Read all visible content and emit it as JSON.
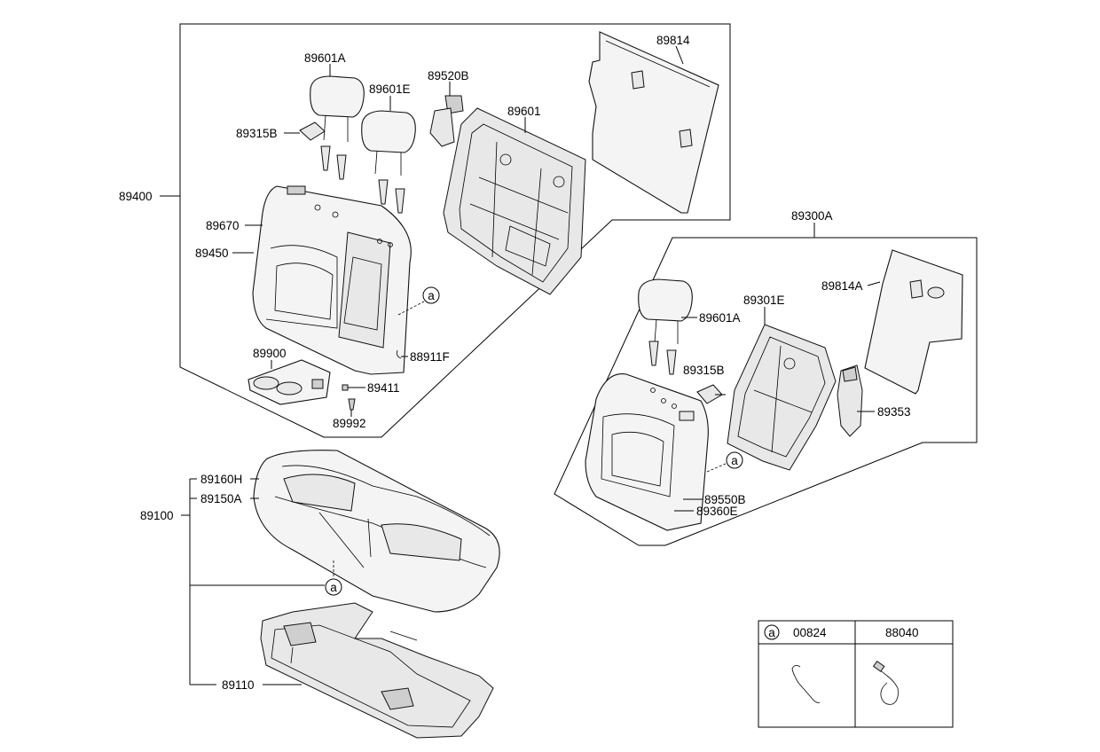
{
  "labels": {
    "l89400": "89400",
    "l89601A_top": "89601A",
    "l89601E": "89601E",
    "l89315B_top": "89315B",
    "l89670": "89670",
    "l89450": "89450",
    "l89520B": "89520B",
    "l89601": "89601",
    "l89814": "89814",
    "l89900": "89900",
    "l89411": "89411",
    "l89992": "89992",
    "l88911F": "88911F",
    "l89300A": "89300A",
    "l89814A": "89814A",
    "l89301E": "89301E",
    "l89601A_right": "89601A",
    "l89315B_right": "89315B",
    "l89353": "89353",
    "l89550B": "89550B",
    "l89360E": "89360E",
    "l89100": "89100",
    "l89160H": "89160H",
    "l89150A": "89150A",
    "l89110": "89110",
    "callout_a1": "a",
    "callout_a2": "a",
    "callout_a3": "a"
  },
  "legend": {
    "marker": "a",
    "col1": "00824",
    "col2": "88040"
  }
}
